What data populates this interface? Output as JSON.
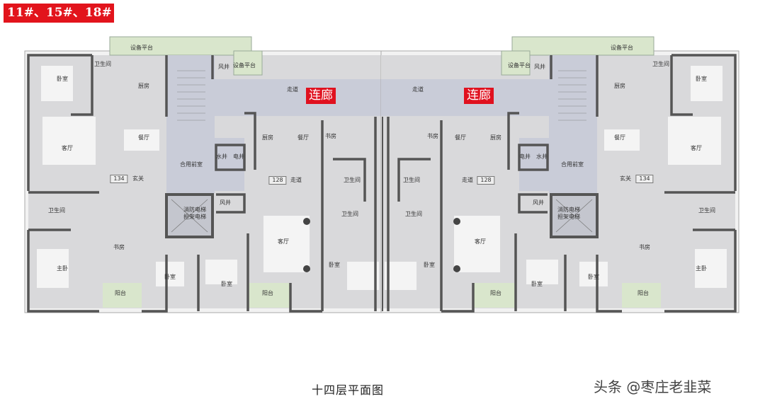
{
  "building_tag": "11#、15#、18#",
  "caption": "十四层平面图",
  "watermark": "头条 @枣庄老韭菜",
  "corridor_labels": [
    "连廊",
    "连廊"
  ],
  "colors": {
    "tag": "#e2141c",
    "corridor_label": "#e0111f",
    "room": "#d9d9db",
    "core": "#c9ccd8",
    "balcony": "#d9e6cc",
    "wall": "#555555"
  },
  "left_unit_134": {
    "area": "134",
    "rooms": [
      "卧室",
      "卫生间",
      "厨房",
      "餐厅",
      "客厅",
      "玄关",
      "卫生间",
      "书房",
      "主卧",
      "卧室",
      "阳台",
      "设备平台"
    ]
  },
  "left_unit_128": {
    "area": "128",
    "rooms": [
      "厨房",
      "餐厅",
      "书房",
      "走道",
      "卫生间",
      "卫生间",
      "客厅",
      "卧室",
      "卧室",
      "阳台"
    ]
  },
  "left_core": {
    "rooms": [
      "风井",
      "设备平台",
      "走道",
      "合用前室",
      "水井",
      "电井",
      "风井",
      "消防电梯",
      "担架电梯"
    ]
  },
  "right_unit_128": {
    "area": "128",
    "rooms": [
      "书房",
      "餐厅",
      "厨房",
      "走道",
      "卫生间",
      "卫生间",
      "客厅",
      "卧室",
      "卧室",
      "阳台"
    ]
  },
  "right_core": {
    "rooms": [
      "风井",
      "设备平台",
      "走道",
      "合用前室",
      "电井",
      "水井",
      "风井",
      "消防电梯",
      "担架电梯"
    ]
  },
  "right_unit_134": {
    "area": "134",
    "rooms": [
      "卧室",
      "卫生间",
      "厨房",
      "餐厅",
      "客厅",
      "玄关",
      "卫生间",
      "书房",
      "主卧",
      "卧室",
      "阳台",
      "设备平台"
    ]
  }
}
